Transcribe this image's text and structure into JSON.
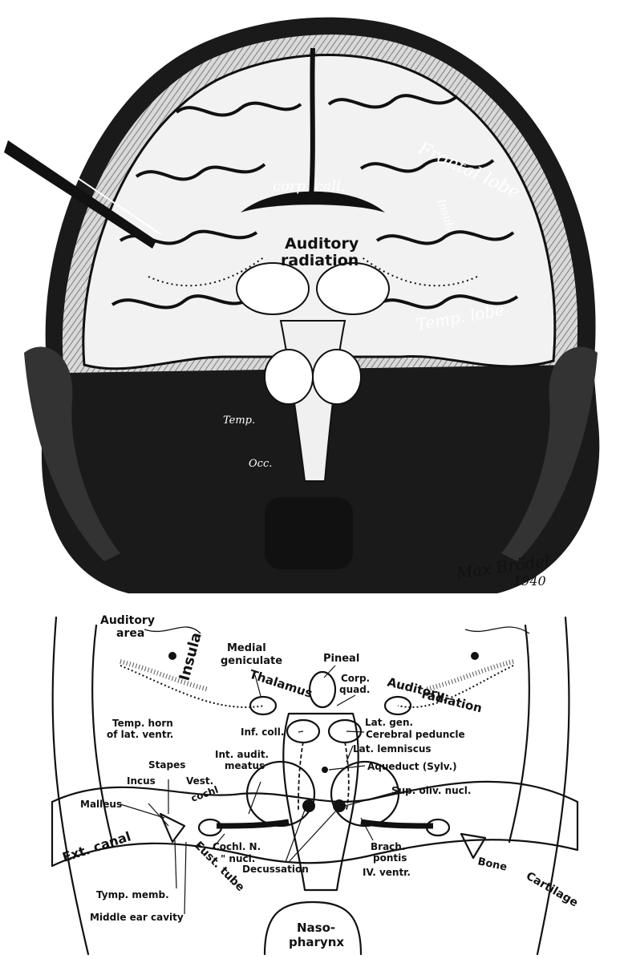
{
  "illustration": {
    "labels": {
      "frontal_lobe": "Frontal lobe",
      "corp_call": "corp. call.",
      "insula": "Insula",
      "auditory_radiation_1": "Auditory",
      "auditory_radiation_2": "radiation",
      "temp_lobe": "Temp. lobe",
      "temp": "Temp.",
      "occ": "Occ."
    },
    "signature": "Max Brödel",
    "signature_year": "1940"
  },
  "diagram": {
    "labels": {
      "auditory_area_1": "Auditory",
      "auditory_area_2": "area",
      "insula": "Insula",
      "medial_geniculate_1": "Medial",
      "medial_geniculate_2": "geniculate",
      "thalamus": "Thalamus",
      "pineal": "Pineal",
      "corp_quad_1": "Corp.",
      "corp_quad_2": "quad.",
      "auditory_radiation_1": "Auditory",
      "auditory_radiation_2": "radiation",
      "lat_gen": "Lat. gen.",
      "cerebral_peduncle": "Cerebral peduncle",
      "lat_lemniscus": "Lat. lemniscus",
      "temp_horn_1": "Temp. horn",
      "temp_horn_2": "of lat. ventr.",
      "inf_coll": "Inf. coll.",
      "int_audit_meatus_1": "Int. audit.",
      "int_audit_meatus_2": "meatus",
      "aqueduct": "Aqueduct (Sylv.)",
      "stapes": "Stapes",
      "incus": "Incus",
      "vest": "Vest.",
      "cochl": "cochl",
      "malleus": "Malleus",
      "sup_oliv_nucl": "Sup. oliv. nucl.",
      "cochl_n": "Cochl. N.",
      "nucl": "\" nucl.",
      "brach_pontis_1": "Brach.",
      "brach_pontis_2": "pontis",
      "ext_canal": "Ext. canal",
      "eust_tube": "Eust. tube",
      "decussation": "Decussation",
      "iv_ventr": "IV. ventr.",
      "bone": "Bone",
      "cartilage": "Cartilage",
      "tymp_memb": "Tymp. memb.",
      "middle_ear_cavity": "Middle ear cavity",
      "nasopharynx_1": "Naso-",
      "nasopharynx_2": "pharynx"
    }
  }
}
